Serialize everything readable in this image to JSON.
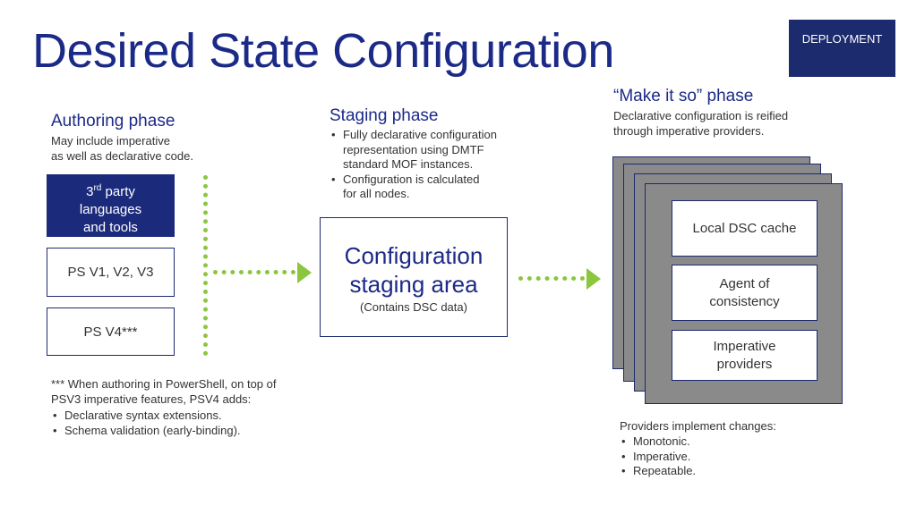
{
  "title": "Desired State Configuration",
  "badge": "DEPLOYMENT",
  "authoring": {
    "heading": "Authoring phase",
    "desc_line1": "May include imperative",
    "desc_line2": "as well as declarative code.",
    "box1": {
      "sup_prefix": "3",
      "sup": "rd",
      "after_sup": " party",
      "line2": "languages",
      "line3": "and tools"
    },
    "box2": "PS V1, V2, V3",
    "box3": "PS V4***",
    "footnote_line1": "***  When authoring in PowerShell, on top of",
    "footnote_line2": "PSV3 imperative features, PSV4 adds:",
    "footnote_bullets": [
      "Declarative syntax extensions.",
      "Schema validation (early-binding)."
    ]
  },
  "staging": {
    "heading": "Staging phase",
    "bullets": [
      [
        "Fully declarative configuration",
        "representation using DMTF",
        "standard MOF instances."
      ],
      [
        "Configuration is calculated",
        "for all nodes."
      ]
    ],
    "box_line1": "Configuration",
    "box_line2": "staging area",
    "box_sub": "(Contains DSC data)"
  },
  "makeitso": {
    "heading": "“Make it so” phase",
    "desc_line1": "Declarative configuration is reified",
    "desc_line2": "through imperative providers.",
    "inner1": "Local DSC cache",
    "inner2_line1": "Agent of",
    "inner2_line2": "consistency",
    "inner3_line1": "Imperative",
    "inner3_line2": "providers",
    "providers_heading": "Providers implement changes:",
    "providers_bullets": [
      "Monotonic.",
      "Imperative.",
      "Repeatable."
    ]
  },
  "colors": {
    "title": "#1c2a87",
    "badge_bg": "#1c2a6e",
    "dark_box": "#1c2a7c",
    "arrow": "#8cc63f",
    "stack": "#8a8a8a"
  }
}
